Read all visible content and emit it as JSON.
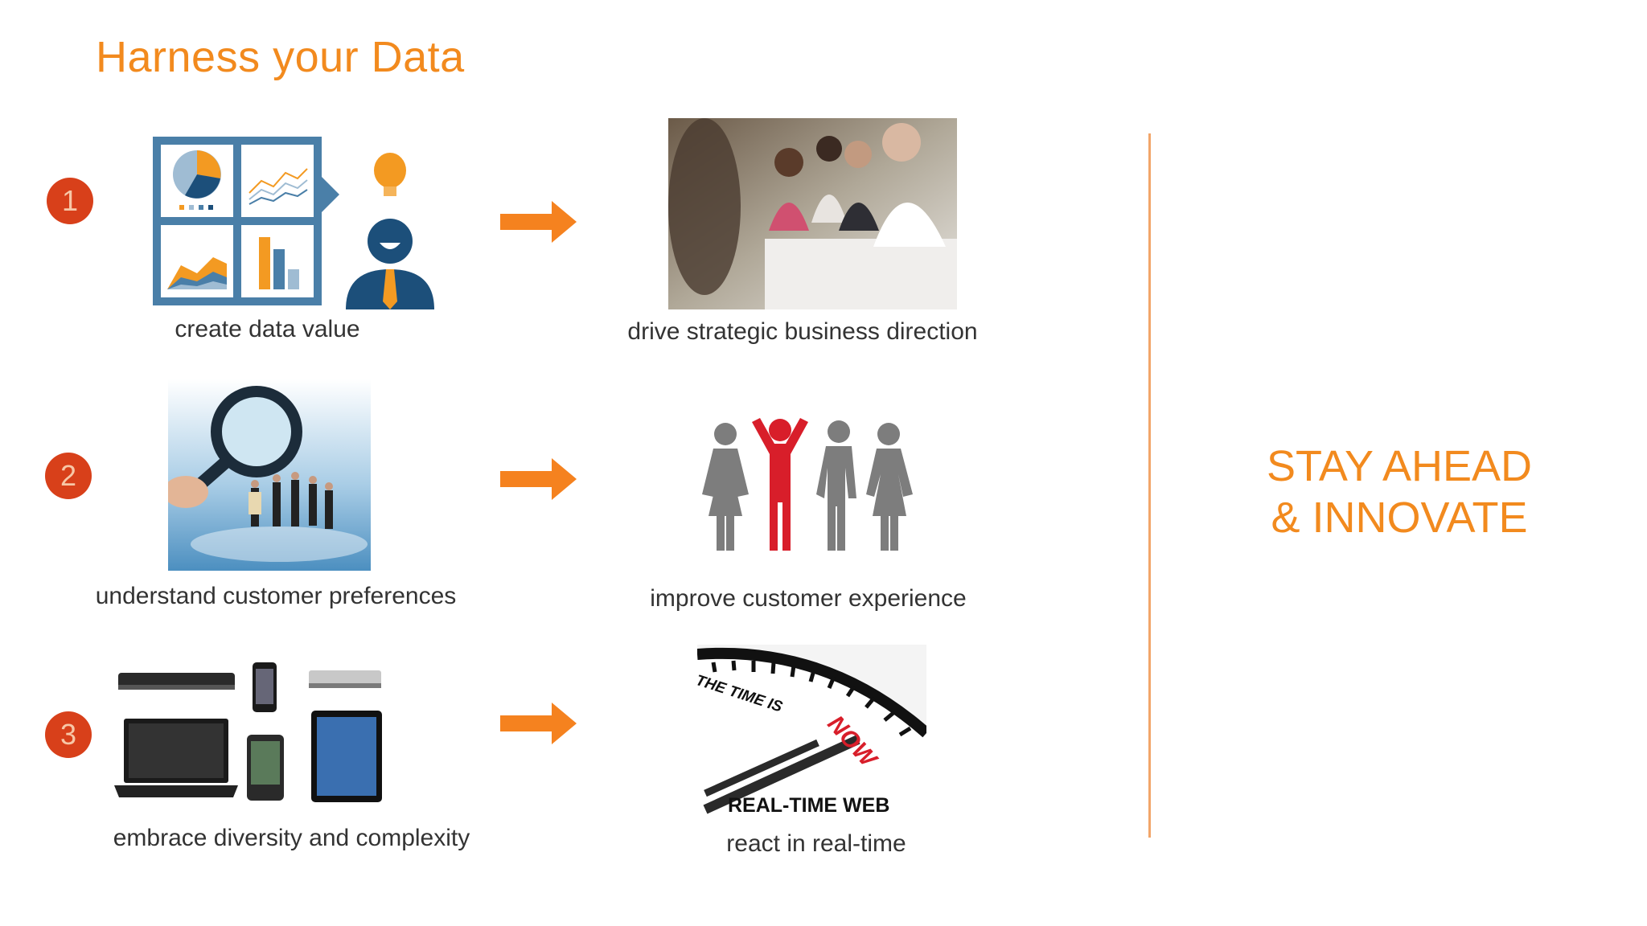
{
  "title": "Harness your Data",
  "rows": [
    {
      "number": "1",
      "left_caption": "create data value",
      "right_caption": "drive strategic business direction"
    },
    {
      "number": "2",
      "left_caption": "understand customer preferences",
      "right_caption": "improve customer experience"
    },
    {
      "number": "3",
      "left_caption": "embrace diversity and complexity",
      "right_caption": "react in real-time"
    }
  ],
  "clock_text": {
    "line": "THE TIME IS",
    "now": "NOW",
    "footer": "REAL-TIME WEB"
  },
  "tagline": {
    "line1": "STAY AHEAD",
    "line2": "& INNOVATE"
  },
  "colors": {
    "accent": "#f28a1e",
    "badge": "#d8401a",
    "text": "#333333",
    "highlight_person": "#d81e2a"
  }
}
